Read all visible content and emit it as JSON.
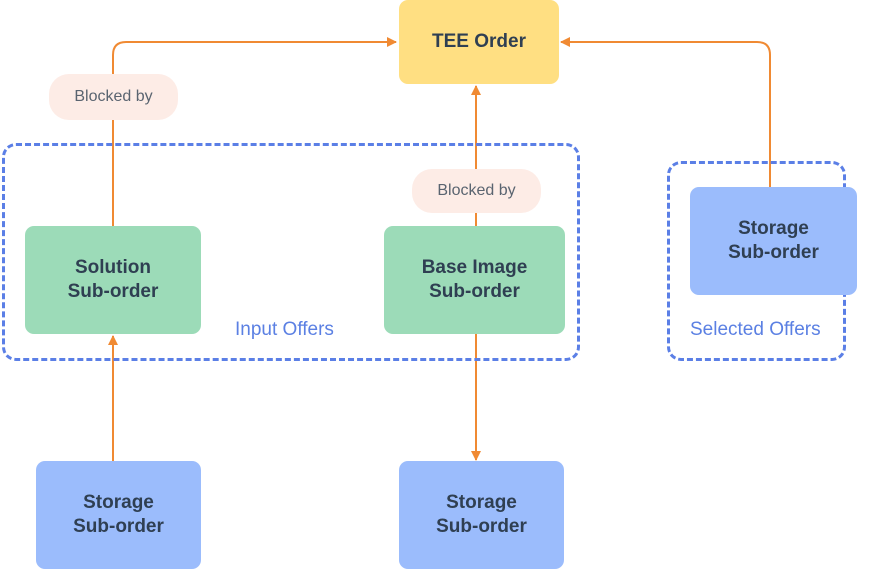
{
  "nodes": {
    "tee_order": "TEE Order",
    "solution": {
      "line1": "Solution",
      "line2": "Sub-order"
    },
    "base_image": {
      "line1": "Base Image",
      "line2": "Sub-order"
    },
    "storage_selected": {
      "line1": "Storage",
      "line2": "Sub-order"
    },
    "storage_left": {
      "line1": "Storage",
      "line2": "Sub-order"
    },
    "storage_mid": {
      "line1": "Storage",
      "line2": "Sub-order"
    }
  },
  "edge_labels": {
    "left": "Blocked by",
    "middle": "Blocked by"
  },
  "groups": {
    "input_offers": "Input Offers",
    "selected_offers": "Selected Offers"
  },
  "colors": {
    "arrow": "#f08a33",
    "group_border": "#5b7fe6",
    "group_label": "#5b80e3",
    "green_node": "#9cdbb8",
    "blue_node": "#9bbcfc",
    "yellow_node": "#ffdf82",
    "pill": "#fdece6"
  }
}
